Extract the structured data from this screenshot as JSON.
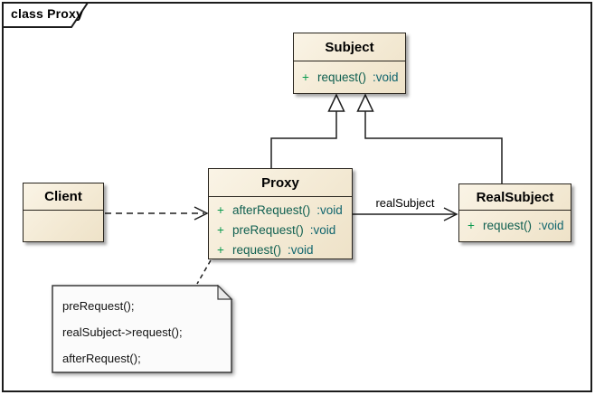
{
  "frame": {
    "title": "class Proxy"
  },
  "classes": {
    "subject": {
      "name": "Subject",
      "members": [
        {
          "visibility": "+",
          "name": "request()",
          "type": ":void"
        }
      ]
    },
    "proxy": {
      "name": "Proxy",
      "members": [
        {
          "visibility": "+",
          "name": "afterRequest()",
          "type": ":void"
        },
        {
          "visibility": "+",
          "name": "preRequest()",
          "type": ":void"
        },
        {
          "visibility": "+",
          "name": "request()",
          "type": ":void"
        }
      ]
    },
    "client": {
      "name": "Client",
      "members": []
    },
    "realSubject": {
      "name": "RealSubject",
      "members": [
        {
          "visibility": "+",
          "name": "request()",
          "type": ":void"
        }
      ]
    }
  },
  "relations": {
    "client_to_proxy": {
      "type": "dependency"
    },
    "proxy_to_subject": {
      "type": "generalization"
    },
    "realSubject_to_subject": {
      "type": "generalization"
    },
    "proxy_to_realSubject": {
      "type": "association",
      "label": "realSubject"
    }
  },
  "note": {
    "lines": [
      "preRequest();",
      "realSubject->request();",
      "afterRequest();"
    ]
  },
  "colors": {
    "class_fill_top": "#faf4e6",
    "class_fill_bottom": "#eee2c8",
    "class_border": "#28241d",
    "visibility_plus": "#0a9a4e",
    "member_name": "#0f5f50",
    "member_type": "#10656e",
    "note_fill": "#fbfbfb",
    "frame_border": "#1c1c1c"
  }
}
